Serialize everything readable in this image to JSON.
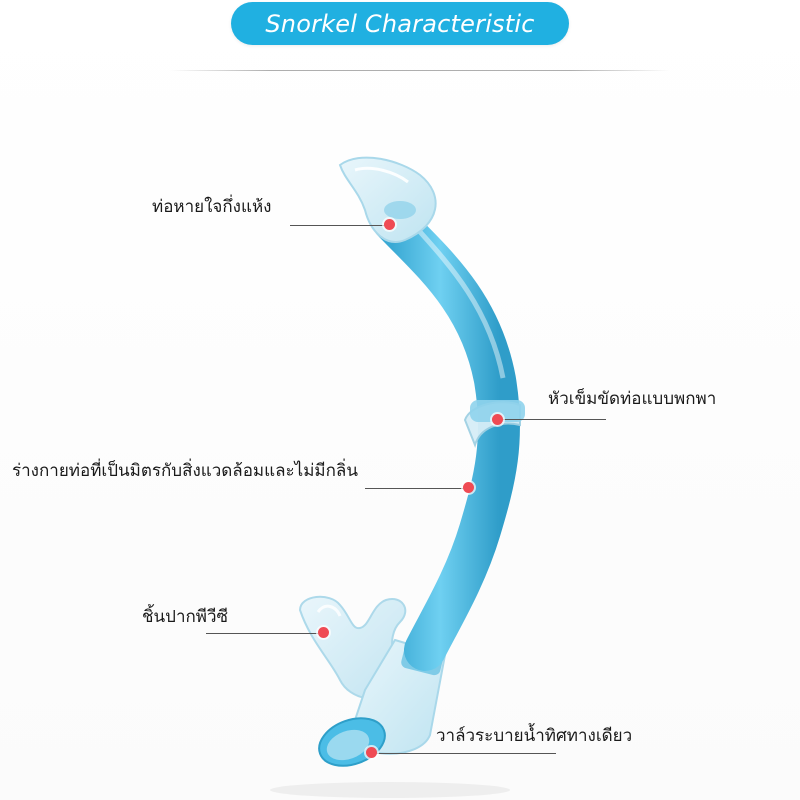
{
  "header": {
    "title": "Snorkel Characteristic"
  },
  "colors": {
    "accent": "#20b0e1",
    "tube": "#4bbde6",
    "marker": "#ef4b54"
  },
  "labels": {
    "dry_top": "ท่อหายใจกึ่งแห้ง",
    "clip": "หัวเข็มขัดท่อแบบพกพา",
    "body": "ร่างกายท่อที่เป็นมิตรกับสิ่งแวดล้อมและไม่มีกลิ่น",
    "mouthpiece": "ชิ้นปากพีวีซี",
    "valve": "วาล์วระบายน้ำทิศทางเดียว"
  }
}
